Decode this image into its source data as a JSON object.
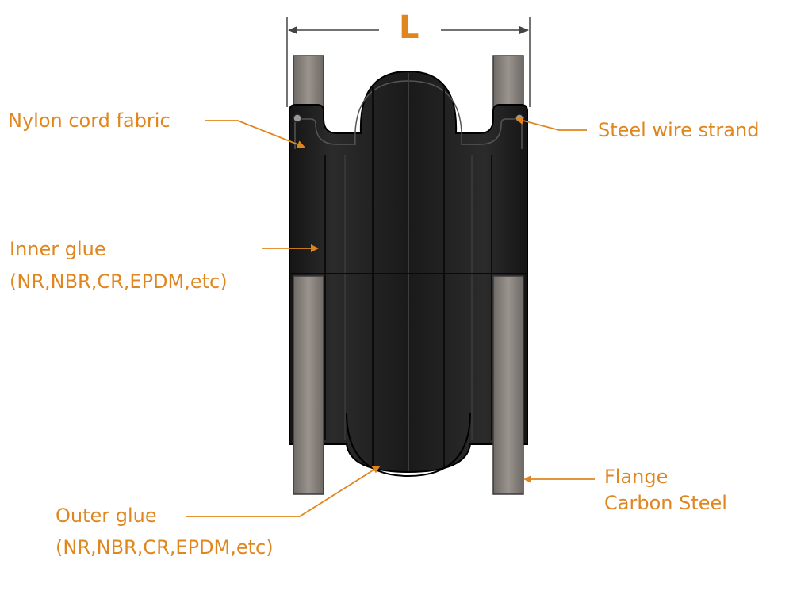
{
  "dimension_label": "L",
  "labels": {
    "nylon_cord_fabric": "Nylon cord fabric",
    "steel_wire_strand": "Steel wire strand",
    "inner_glue": "Inner glue",
    "inner_glue_materials": "(NR,NBR,CR,EPDM,etc)",
    "outer_glue": "Outer glue",
    "outer_glue_materials": "(NR,NBR,CR,EPDM,etc)",
    "flange": "Flange",
    "flange_material": "Carbon Steel"
  },
  "colors": {
    "annotation": "#e0861f",
    "rubber": "#1c1c1c",
    "flange_steel": "#8a8480",
    "dimension_line": "#444444"
  }
}
